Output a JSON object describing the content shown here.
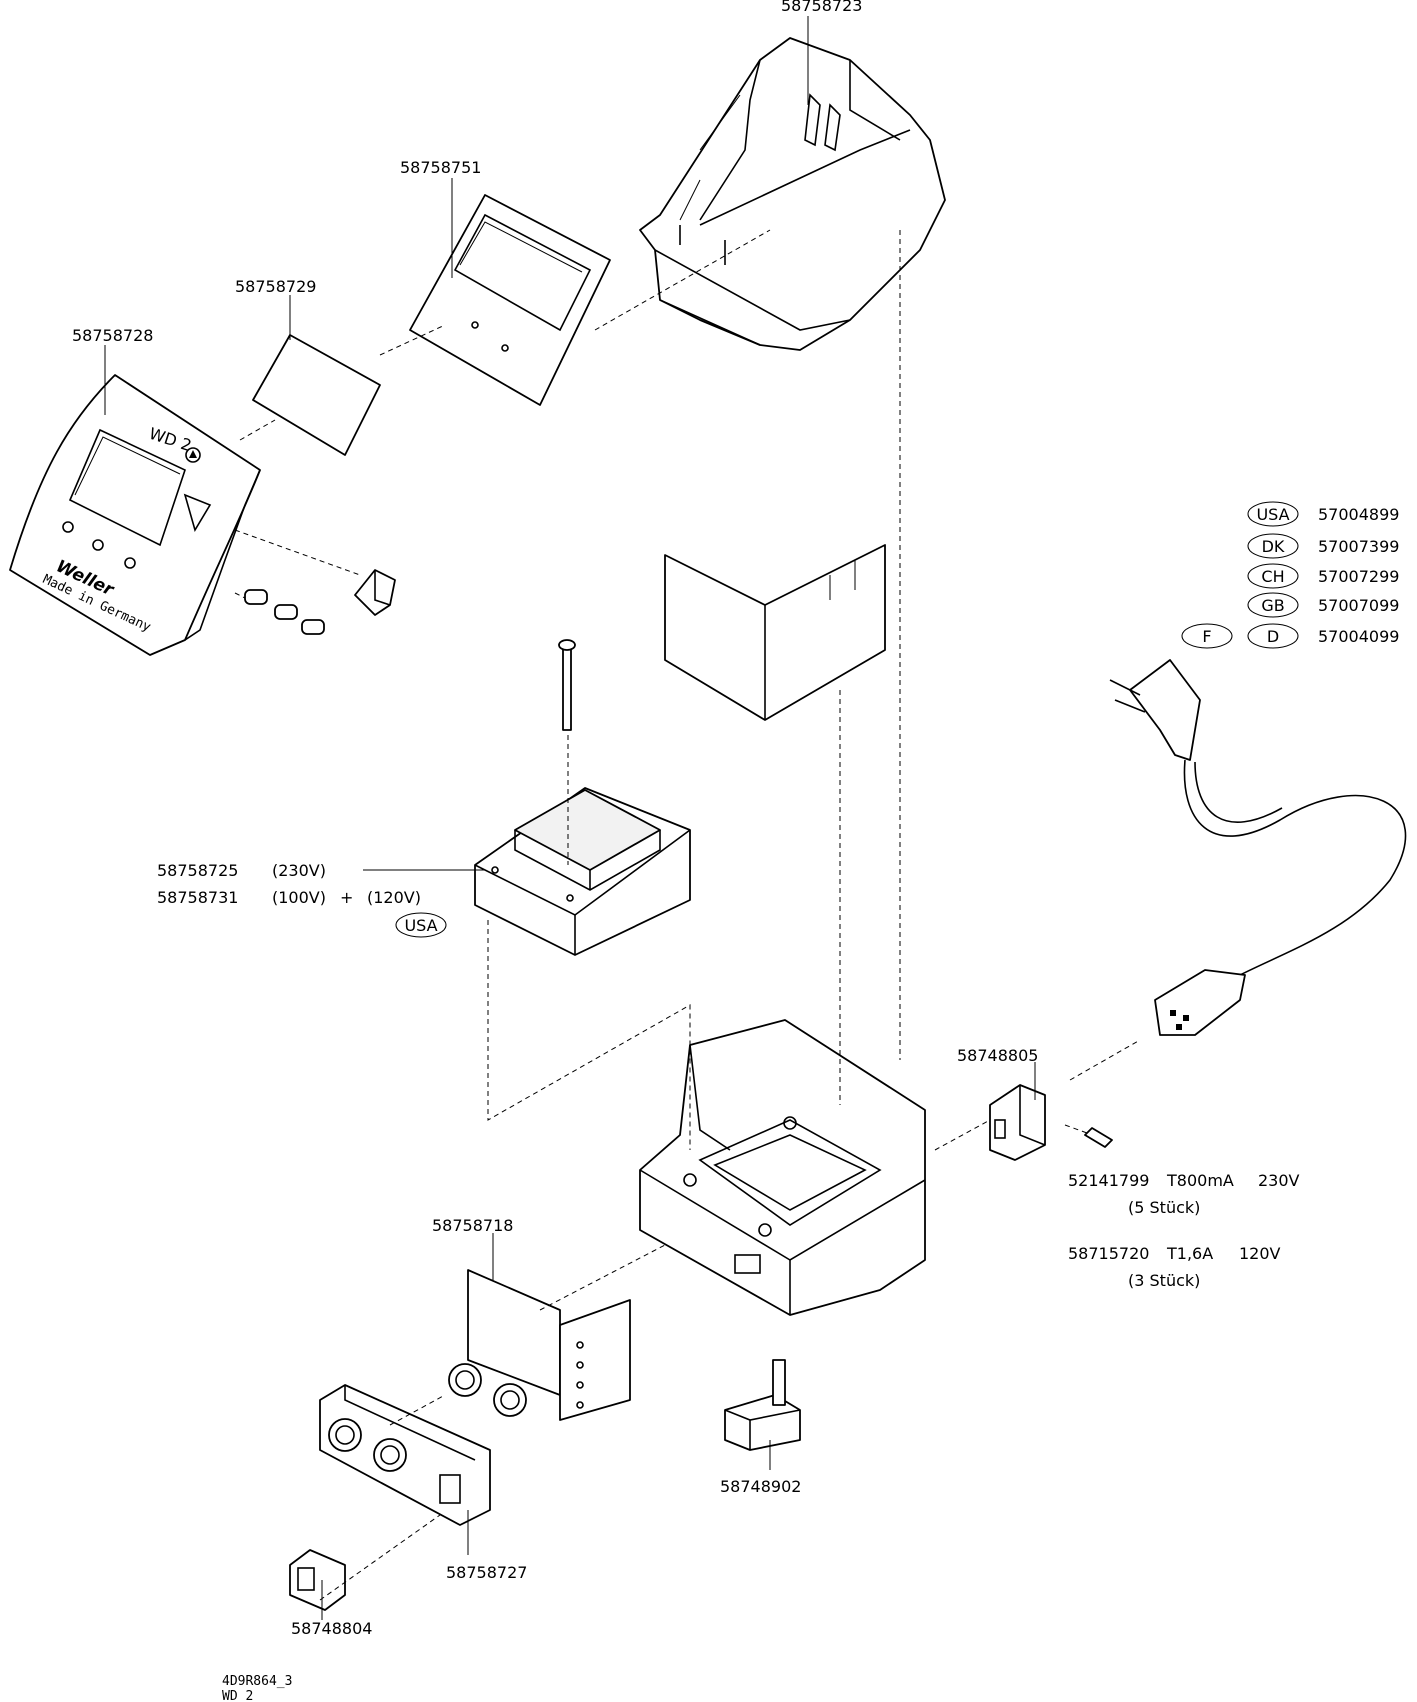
{
  "part_numbers": {
    "housing_cover": "58758723",
    "display_foil": "58758751",
    "display_window": "58758729",
    "front_panel": "58758728",
    "transformer_230": "58758725",
    "transformer_120": "58758731",
    "mains_socket": "58748805",
    "fuse_230": "52141799",
    "fuse_120": "58715720",
    "control_pcb": "58758718",
    "foot": "58748902",
    "knob_panel": "58758727",
    "power_switch": "58748804"
  },
  "transformer": {
    "v230": "(230V)",
    "v100": "(100V)",
    "plus": "+",
    "v120": "(120V)",
    "region": "USA"
  },
  "fuses": {
    "f1_rating": "T800mA",
    "f1_voltage": "230V",
    "f1_qty": "(5  Stück)",
    "f2_rating": "T1,6A",
    "f2_voltage": "120V",
    "f2_qty": "(3  Stück)"
  },
  "cords": [
    {
      "region": "USA",
      "part": "57004899"
    },
    {
      "region": "DK",
      "part": "57007399"
    },
    {
      "region": "CH",
      "part": "57007299"
    },
    {
      "region": "GB",
      "part": "57007099"
    },
    {
      "region": "F",
      "region2": "D",
      "part": "57004099"
    }
  ],
  "front_panel_print": {
    "model": "WD 2",
    "brand": "Weller",
    "made_in": "Made in Germany"
  },
  "footer": {
    "drawing_id": "4D9R864_3",
    "model": "WD 2"
  }
}
